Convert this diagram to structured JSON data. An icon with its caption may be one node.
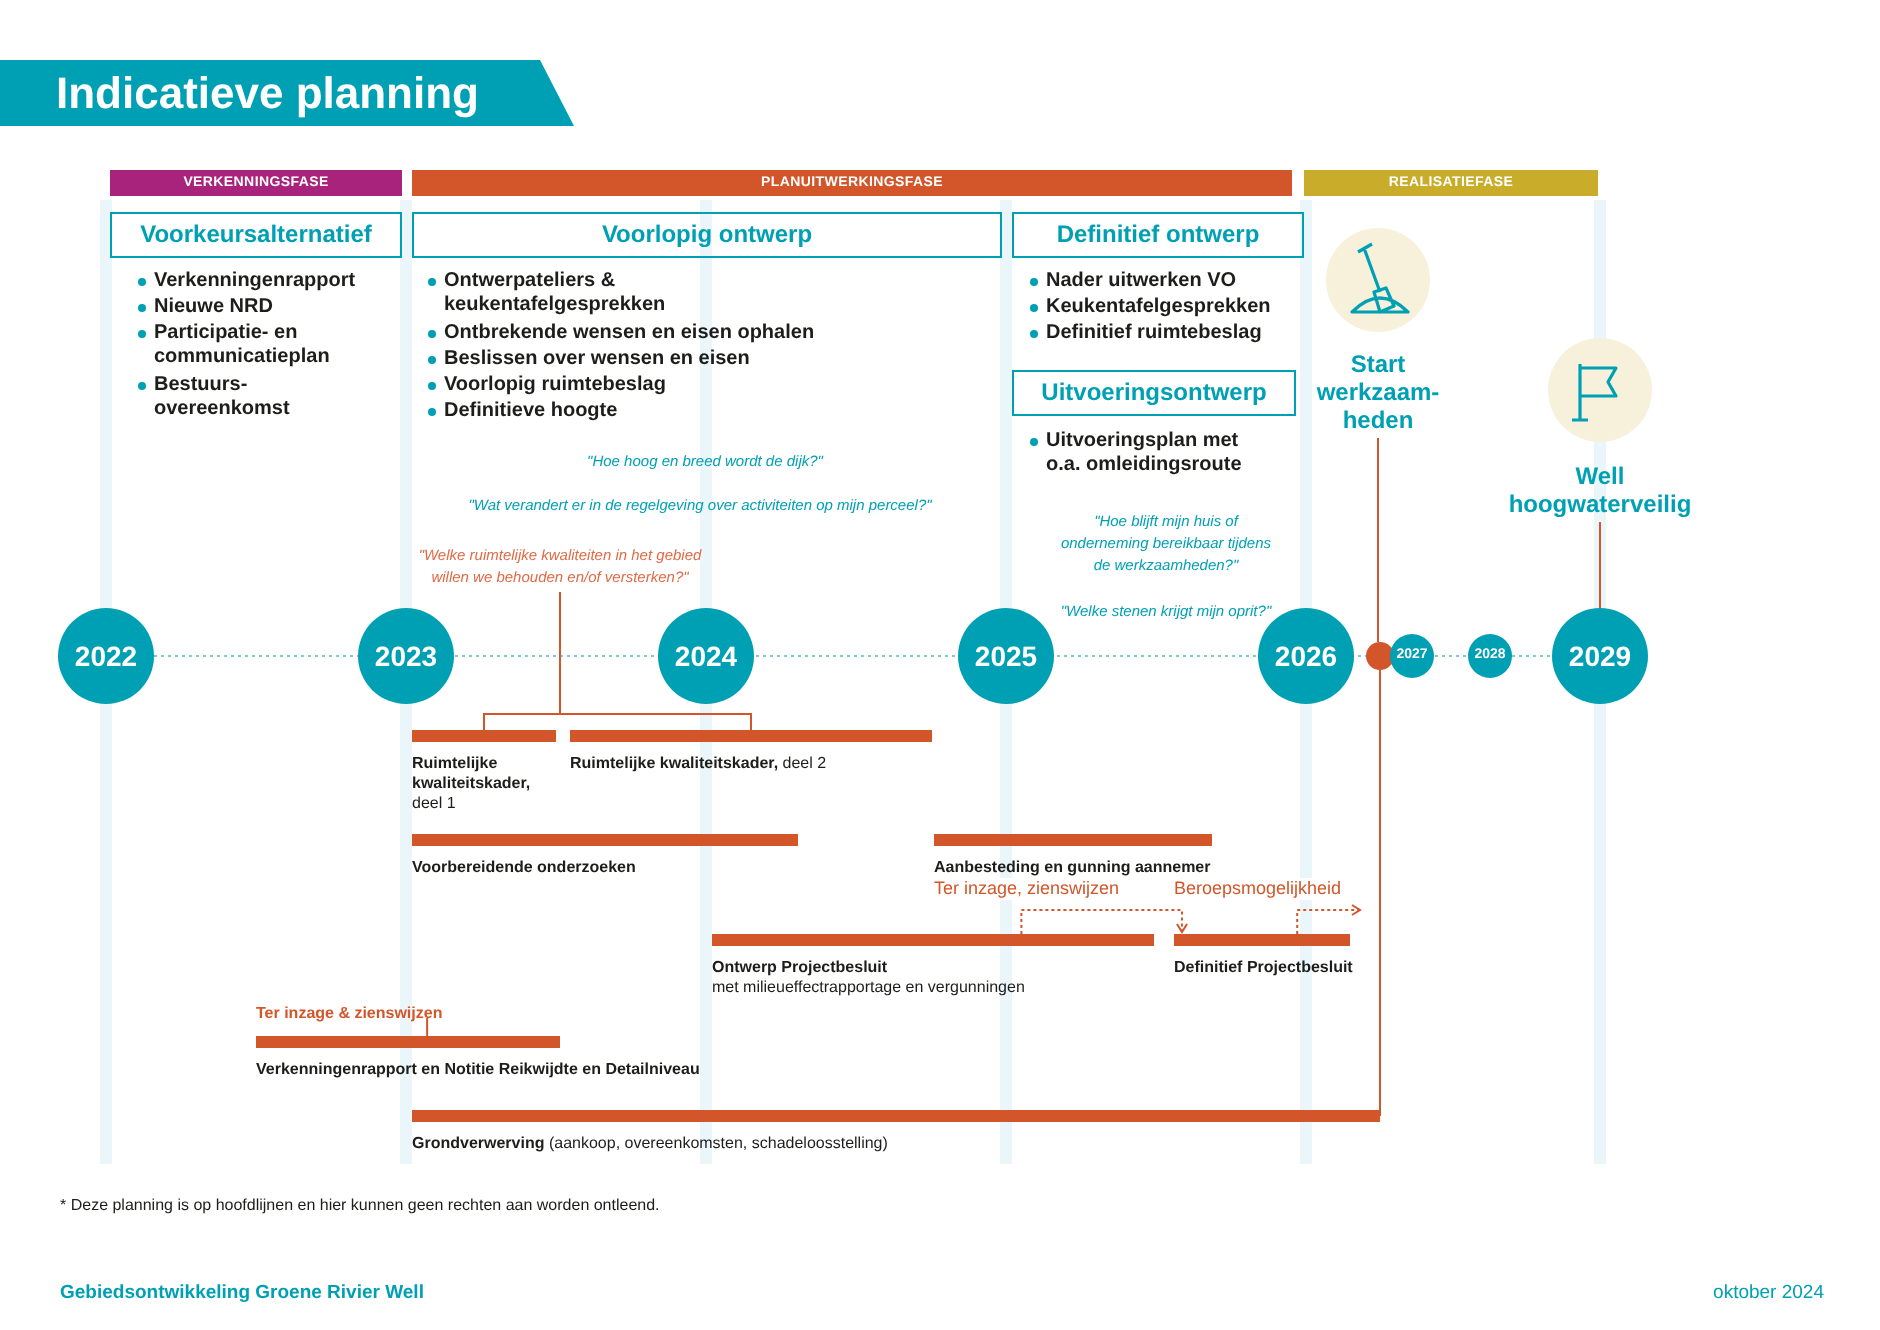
{
  "diagram": {
    "title": "Indicatieve planning",
    "nodes": [
      {
        "text": [
          "VERKENNINGSFASE"
        ]
      },
      {
        "text": [
          "PLANUITWERKINGSFASE"
        ]
      },
      {
        "text": [
          "REALISATIEFASE"
        ]
      },
      {
        "text": [
          "Voorkeursalternatief"
        ]
      },
      {
        "text": [
          "Voorlopig ontwerp"
        ]
      },
      {
        "text": [
          "Definitief ontwerp"
        ]
      },
      {
        "text": [
          "Uitvoeringsontwerp"
        ]
      },
      {
        "text": [
          "Start werkzaam- heden"
        ]
      },
      {
        "text": [
          "Well hoogwaterveilig"
        ]
      },
      {
        "text": [
          "\"Welke ruimtelijke kwaliteiten in het gebied willen we behouden en/of versterken?\""
        ]
      },
      {
        "text": [
          "2022"
        ]
      },
      {
        "text": [
          "2023"
        ]
      },
      {
        "text": [
          "2024"
        ]
      },
      {
        "text": [
          "2025"
        ]
      },
      {
        "text": [
          "2026"
        ]
      },
      {
        "text": [],
        "shape": "circle"
      },
      {
        "text": [
          "2027"
        ]
      },
      {
        "text": [
          "2028"
        ]
      },
      {
        "text": [
          "2029"
        ]
      },
      {
        "text": [
          "**Ruimtelijke kwaliteitskader,** deel 1"
        ]
      },
      {
        "text": [
          "**Ruimtelijke kwaliteitskader,** deel 2"
        ]
      },
      {
        "text": [
          "Voorbereidende onderzoeken"
        ]
      },
      {
        "text": [
          "Aanbesteding en gunning aannemer"
        ]
      },
      {
        "text": [
          "Ontwerp Projectbesluit",
          "met milieueffectrapportage en vergunningen"
        ]
      },
      {
        "text": [
          "Definitief Projectbesluit"
        ]
      },
      {
        "text": [
          "Ter inzage & zienswijzen"
        ]
      },
      {
        "text": [
          "Verkenningenrapport en Notitie Reikwijdte en Detailniveau"
        ]
      },
      {
        "text": [
          "**Grondverwerving** (aankoop, overeenkomsten, schadeloosstelling)"
        ]
      }
    ],
    "edges": [
      {
        "from": 7,
        "to": 15,
        "arrow": "none"
      },
      {
        "from": 15,
        "to": 27,
        "arrow": "none"
      },
      {
        "from": 8,
        "to": 18,
        "arrow": "none"
      },
      {
        "from": 9,
        "to": 19,
        "arrow": "none"
      },
      {
        "from": 9,
        "to": 20,
        "arrow": "none"
      },
      {
        "from": 23,
        "to": 24,
        "arrow": "to",
        "style": "dashed",
        "label": "Ter inzage, zienswijzen"
      },
      {
        "from": 24,
        "to": null,
        "arrow": "to",
        "style": "dashed",
        "label": "Beroepsmogelijkheid"
      },
      {
        "from": 25,
        "to": 26,
        "arrow": "none"
      }
    ],
    "labels": [
      "Verkenningenrapport",
      "Nieuwe NRD",
      "Participatie- en communicatieplan",
      "Bestuurs- overeenkomst",
      "Ontwerpateliers & keukentafelgesprekken",
      "Ontbrekende wensen en eisen ophalen",
      "Beslissen over wensen en eisen",
      "Voorlopig ruimtebeslag",
      "Definitieve hoogte",
      "Nader uitwerken VO",
      "Keukentafelgesprekken",
      "Definitief ruimtebeslag",
      "Uitvoeringsplan met o.a. omleidingsroute",
      "\"Hoe hoog en breed wordt de dijk?\"",
      "\"Wat verandert er in de regelgeving over activiteiten op mijn perceel?\"",
      "\"Hoe blijft mijn huis of onderneming bereikbaar tijdens de werkzaamheden?\"",
      "\"Welke stenen krijgt mijn oprit?\"",
      "* Deze planning is op hoofdlijnen en hier kunnen geen rechten aan worden ontleend.",
      "Gebiedsontwikkeling Groene Rivier Well",
      "oktober 2024"
    ]
  }
}
